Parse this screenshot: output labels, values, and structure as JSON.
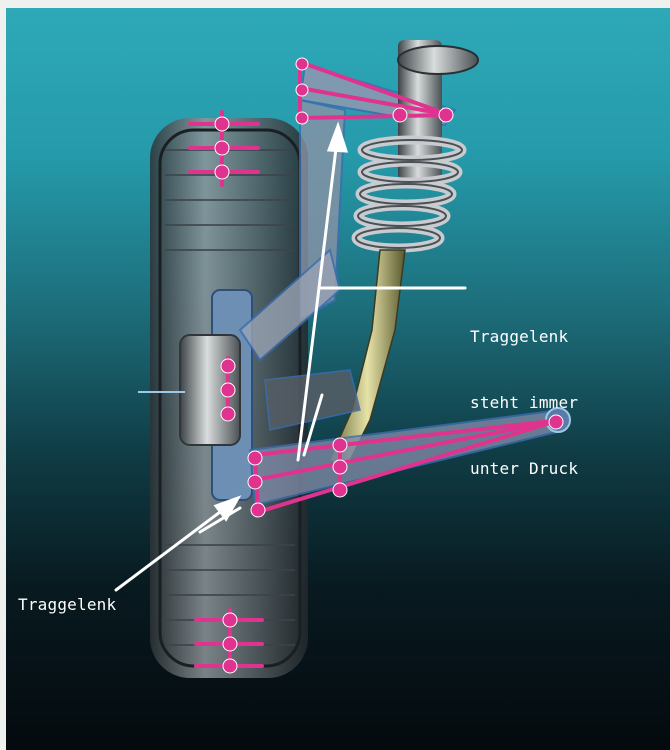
{
  "labels": {
    "upper_joint": [
      "Traggelenk",
      "steht immer",
      "unter Druck"
    ],
    "lower_joint": "Traggelenk"
  },
  "colors": {
    "background_top": "#2ea9b8",
    "background_bottom": "#040a0e",
    "force_lines": "#e0338f",
    "arrows": "#ffffff",
    "component_outline": "#3a6fb0"
  }
}
